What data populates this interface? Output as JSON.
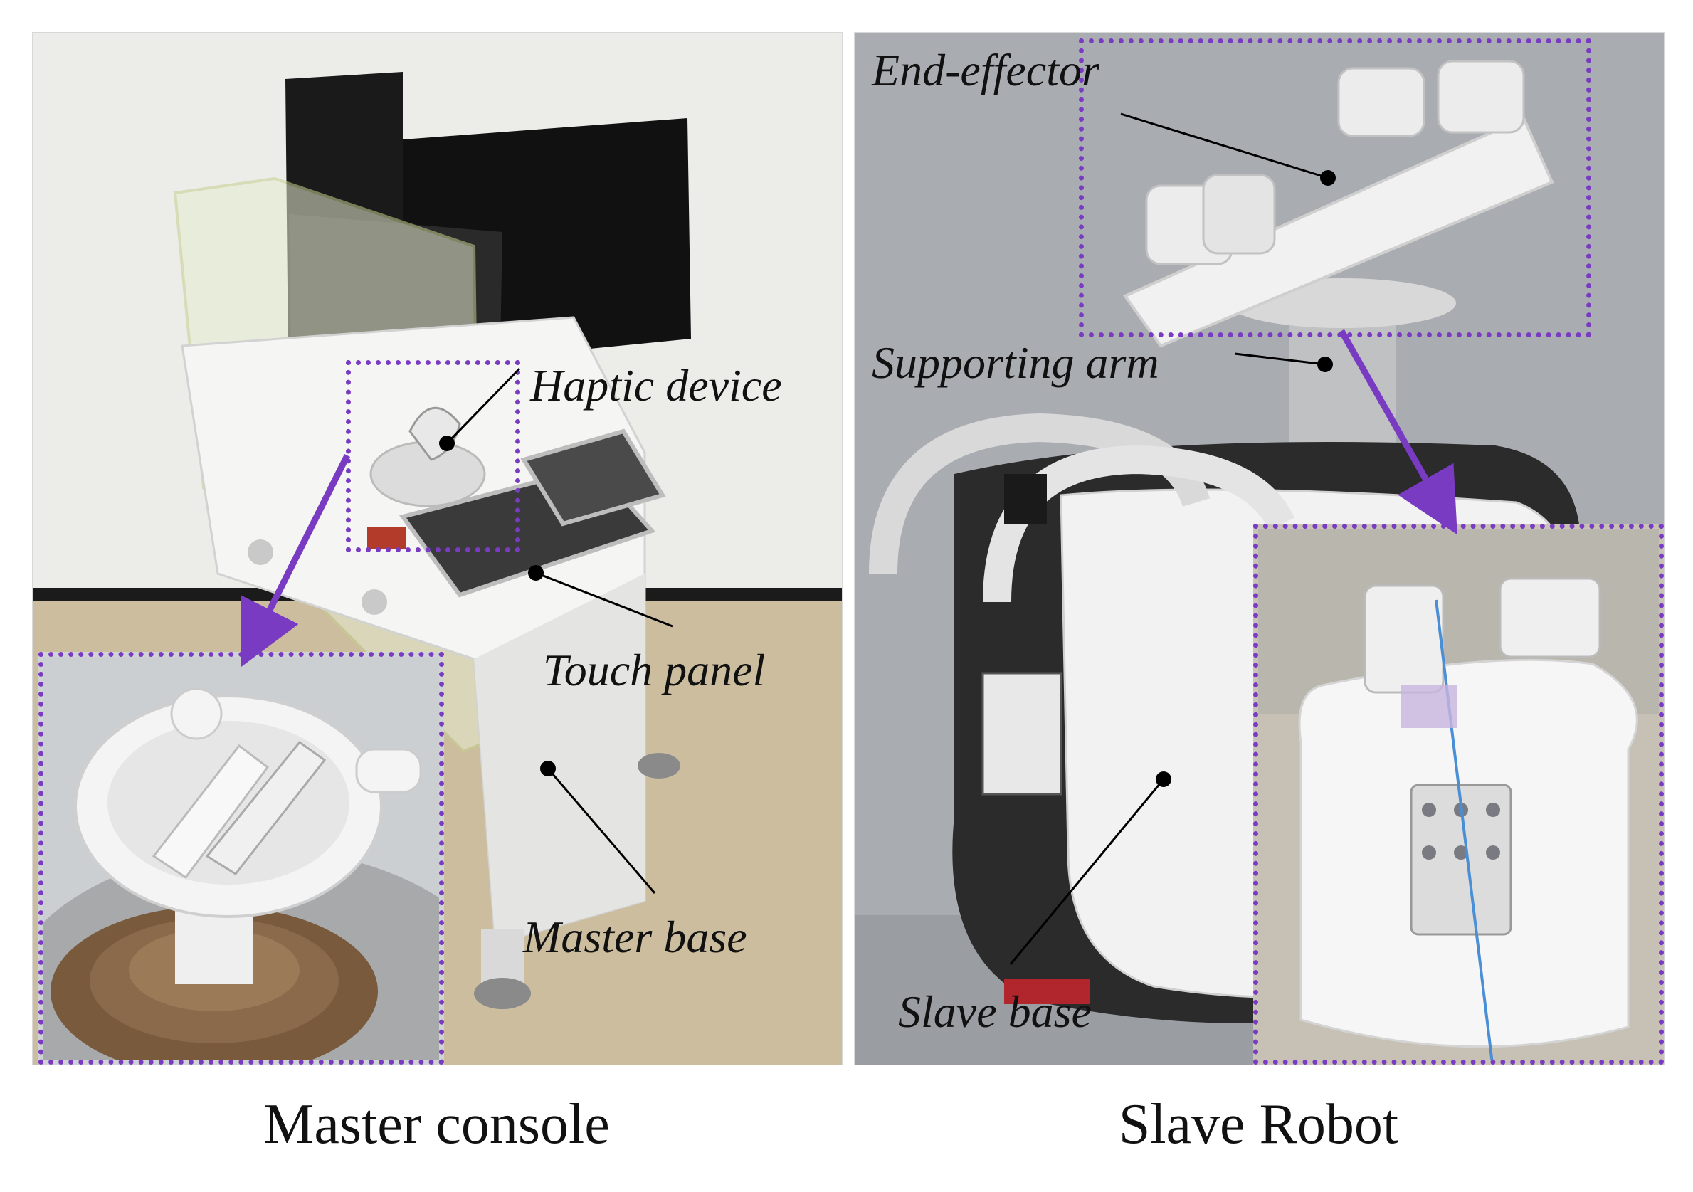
{
  "panels": {
    "left": {
      "caption": "Master console",
      "labels": {
        "haptic": "Haptic device",
        "touch": "Touch panel",
        "master_base": "Master base"
      }
    },
    "right": {
      "caption": "Slave Robot",
      "labels": {
        "end_effector": "End-effector",
        "supporting_arm": "Supporting arm",
        "slave_base": "Slave base"
      }
    }
  },
  "colors": {
    "accent": "#7a3bc3",
    "leader": "#000000"
  }
}
